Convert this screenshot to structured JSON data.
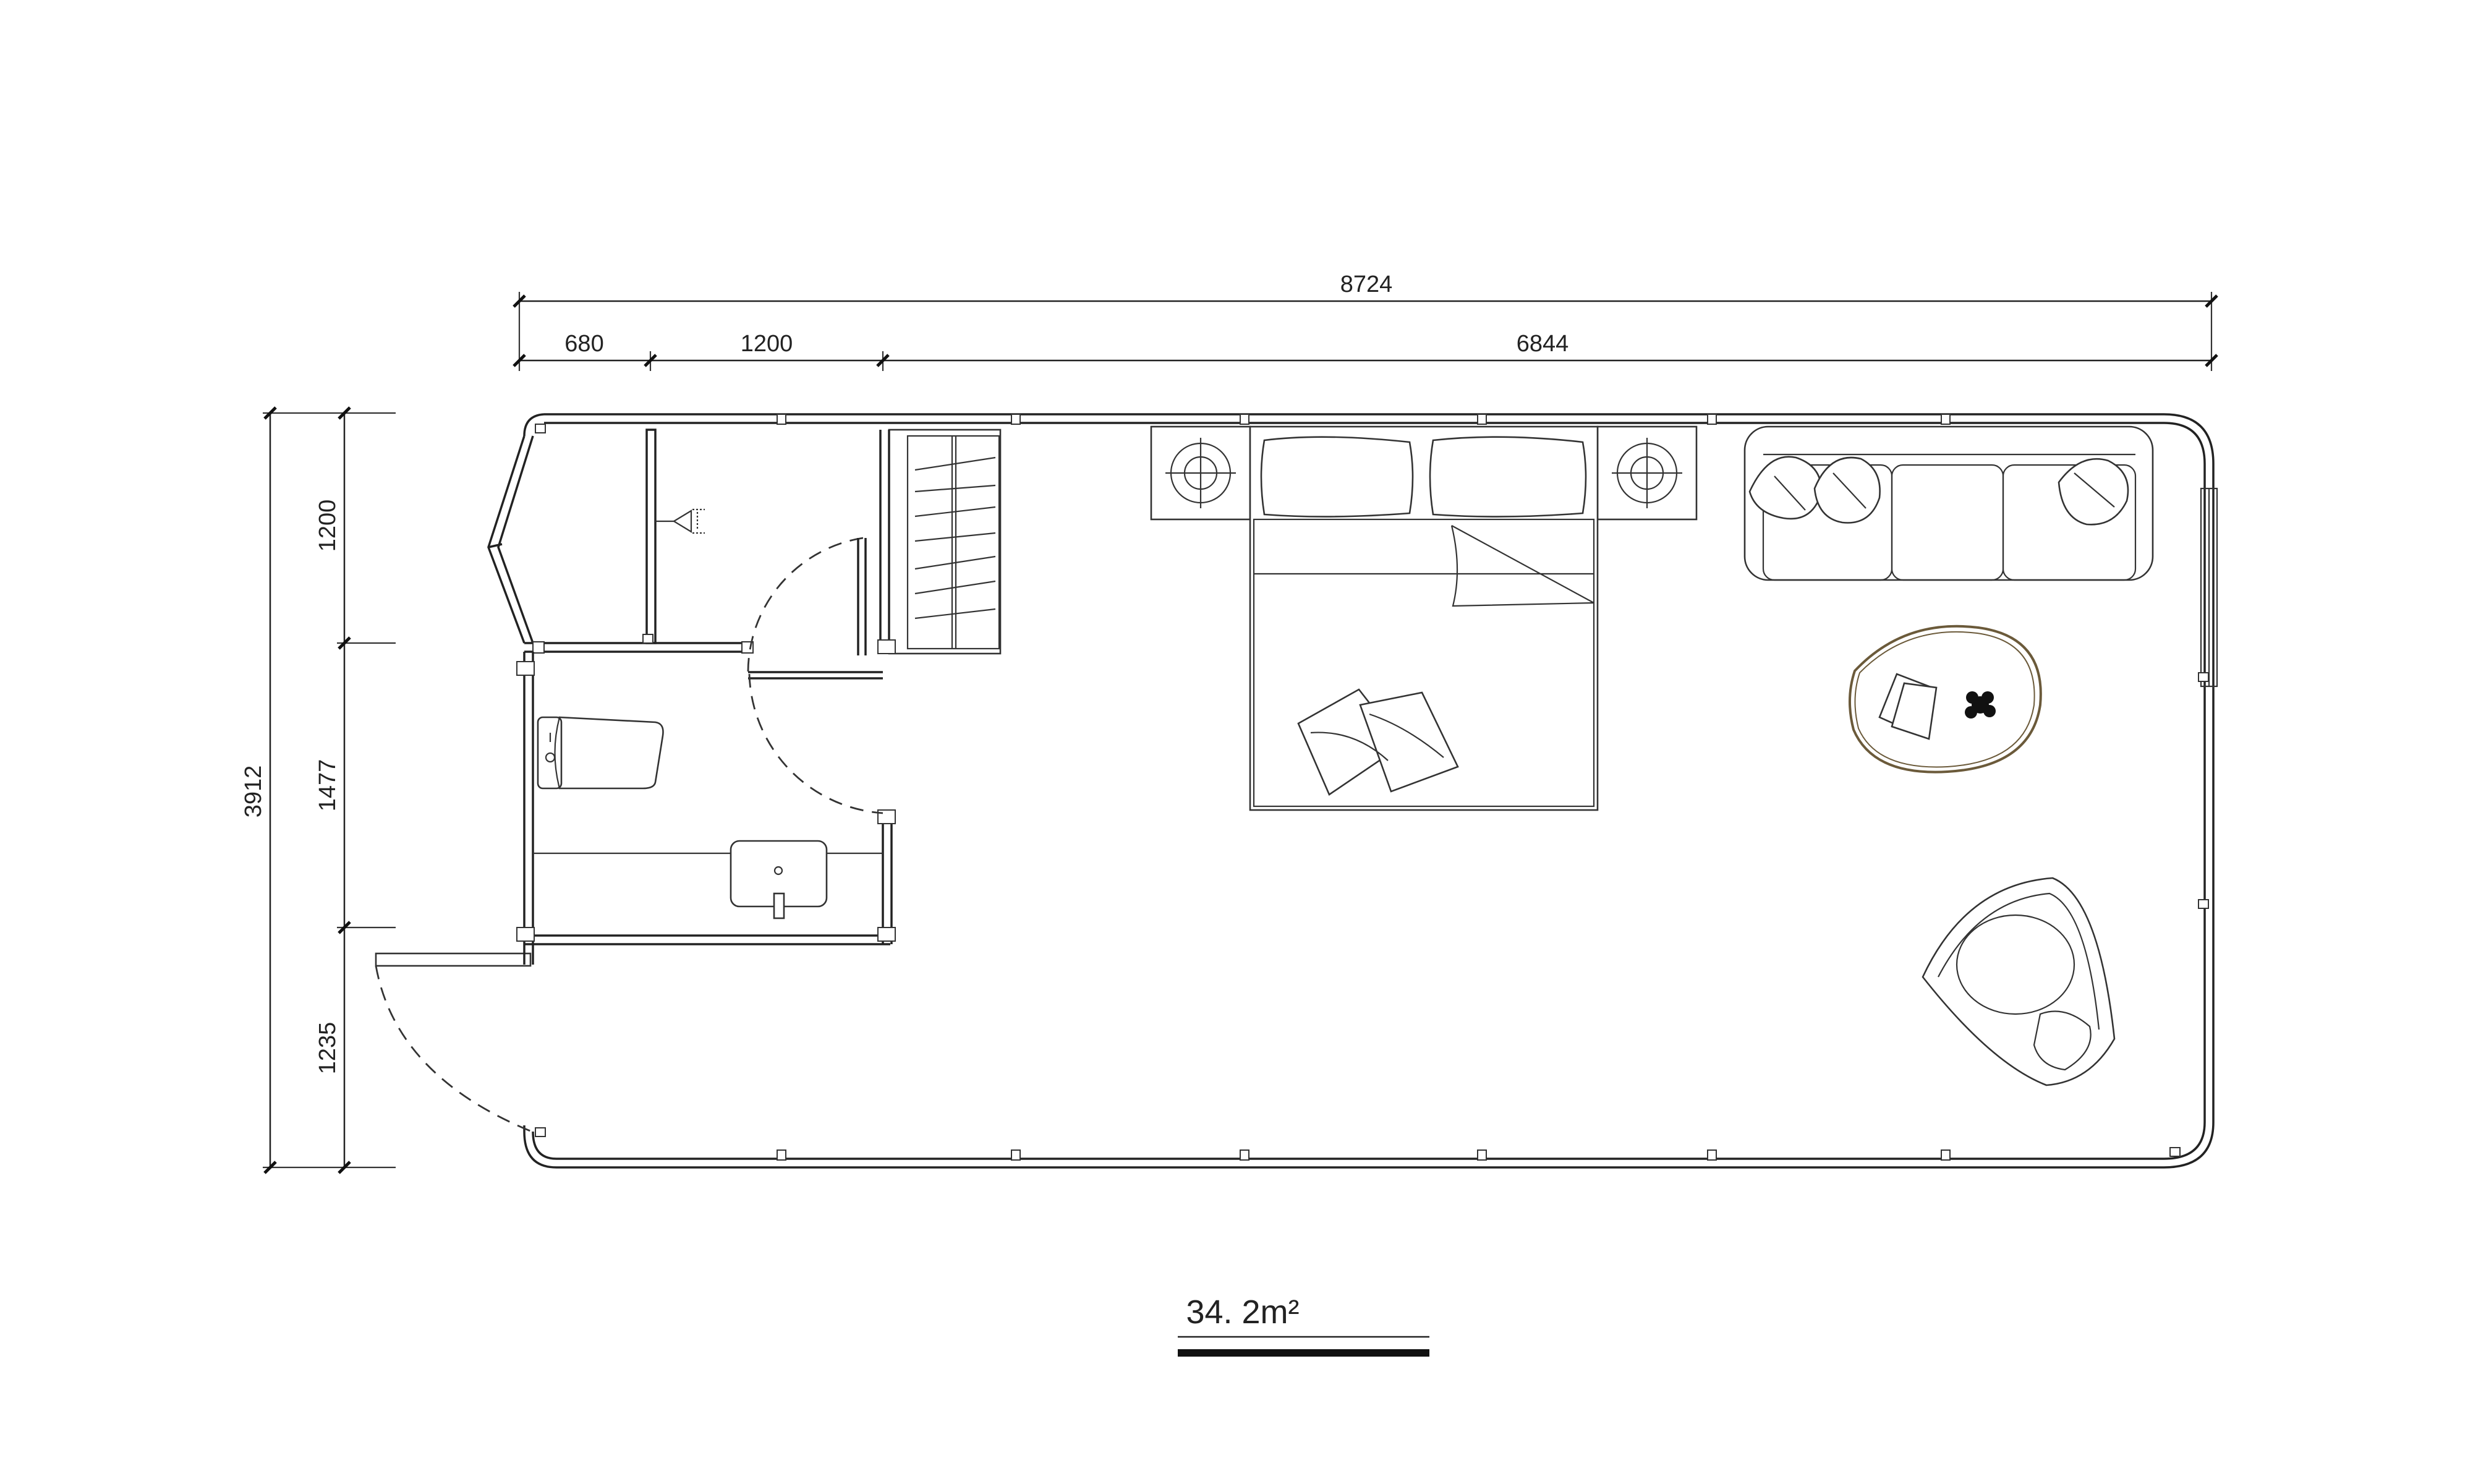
{
  "dimensions": {
    "overall_width": "8724",
    "segment_1": "680",
    "segment_2": "1200",
    "segment_3": "6844",
    "overall_depth": "3912",
    "depth_1": "1200",
    "depth_2": "1477",
    "depth_3": "1235"
  },
  "area": {
    "label": "34. 2m²"
  },
  "colors": {
    "line": "#222222",
    "background": "#ffffff",
    "table_outline": "#6b5a3a"
  },
  "rooms": [
    "entry",
    "shower",
    "bathroom",
    "wardrobe",
    "bedroom",
    "lounge"
  ],
  "furniture": [
    "double-bed",
    "pillow",
    "throw-pillow",
    "nightstand-lamp",
    "sofa",
    "coffee-table",
    "lounge-chair",
    "toilet",
    "sink",
    "wardrobe",
    "shower-head"
  ]
}
